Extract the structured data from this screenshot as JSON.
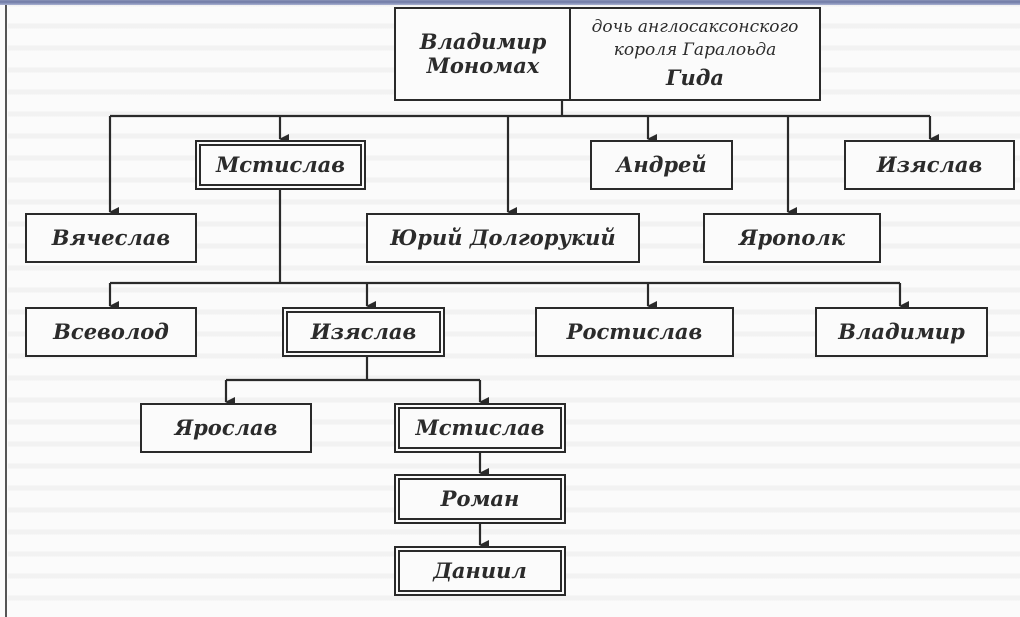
{
  "diagram": {
    "title_box": {
      "husband": "Владимир Мономах",
      "wife_line1": "дочь англосаксонского",
      "wife_line2": "короля Гаралоьда",
      "wife_name": "Гида"
    },
    "nodes": {
      "mstislav_1": "Мстислав",
      "andrey": "Андрей",
      "izyaslav_1": "Изяслав",
      "vyacheslav": "Вячеслав",
      "yuri": "Юрий Долгорукий",
      "yaropolk": "Ярополк",
      "vsevolod": "Всеволод",
      "izyaslav_2": "Изяслав",
      "rostislav": "Ростислав",
      "vladimir": "Владимир",
      "yaroslav": "Ярослав",
      "mstislav_2": "Мстислав",
      "roman": "Роман",
      "daniil": "Даниил"
    },
    "colors": {
      "line": "#2a2a2a",
      "frame_bar": "#7a84ae"
    }
  }
}
